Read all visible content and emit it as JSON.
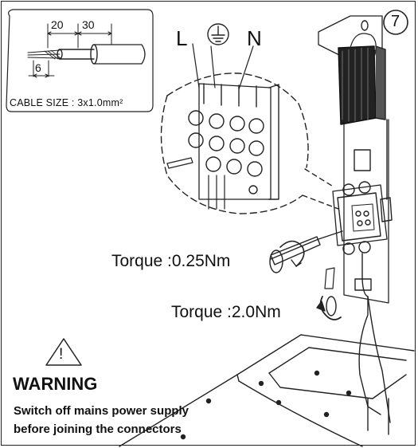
{
  "cable_detail": {
    "dim_a": "20",
    "dim_b": "30",
    "dim_c": "6",
    "cable_size_label": "CABLE SIZE : 3x1.0mm²"
  },
  "terminal_labels": {
    "live": "L",
    "neutral": "N",
    "earth_icon": "ground-symbol-icon"
  },
  "step_number": "7",
  "torque": {
    "screwdriver": "Torque :0.25Nm",
    "wrench": "Torque :2.0Nm"
  },
  "warning": {
    "symbol": "!",
    "title": "WARNING",
    "line1": "Switch off mains power supply",
    "line2": "before joining the connectors"
  }
}
